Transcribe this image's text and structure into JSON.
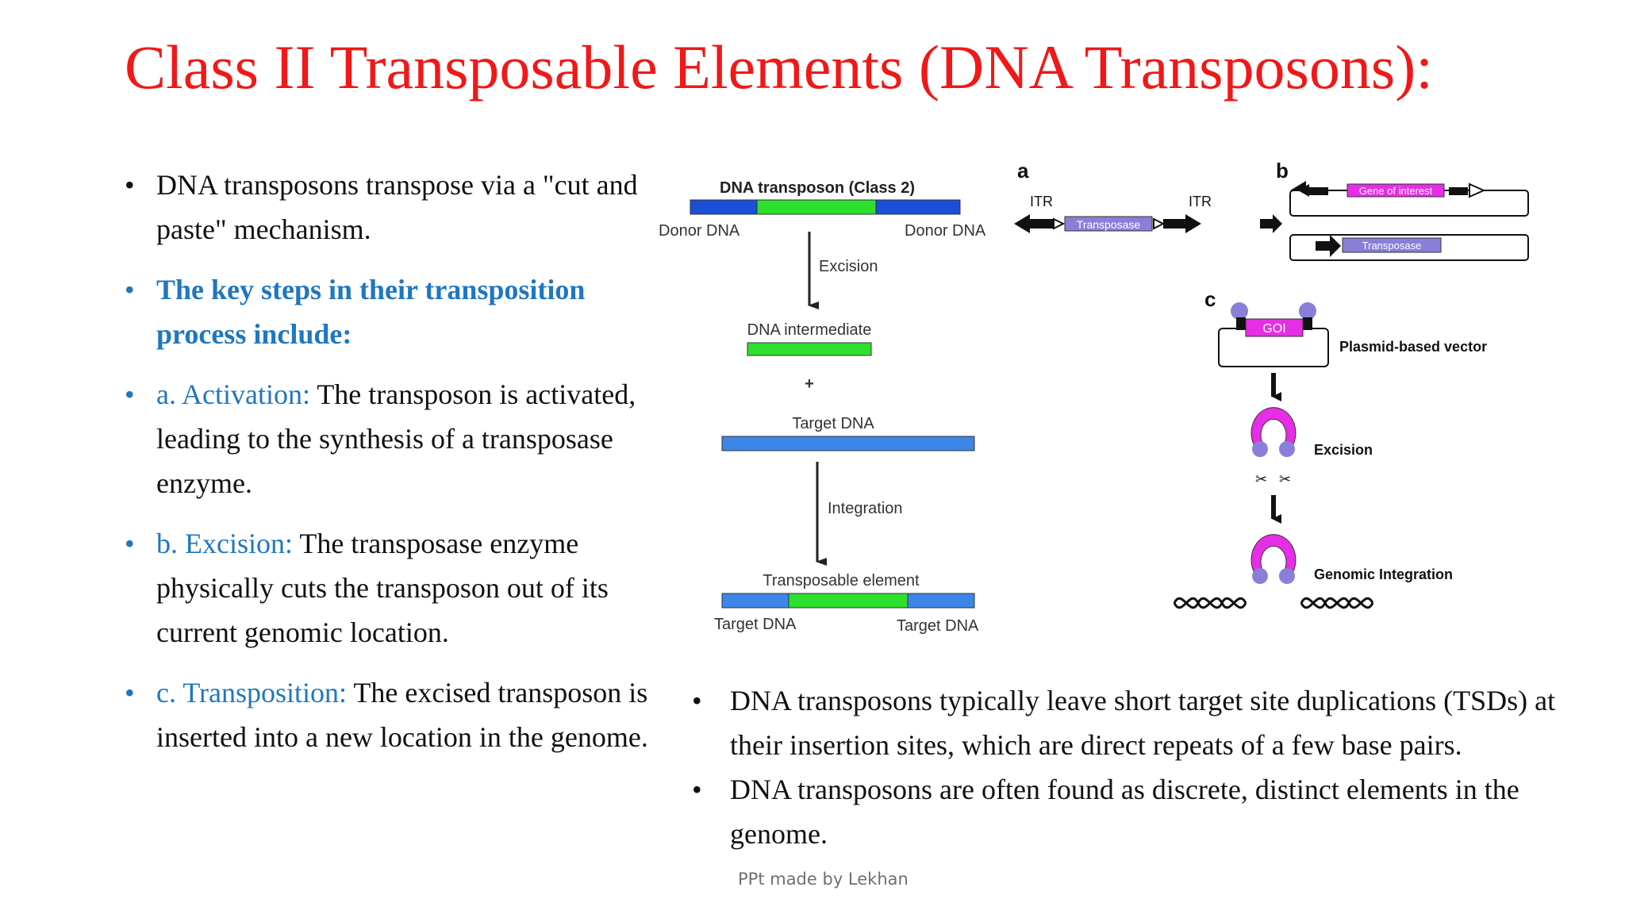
{
  "slide": {
    "title": "Class II Transposable Elements (DNA Transposons):",
    "left_bullets": [
      {
        "text": "DNA transposons transpose via a \"cut and paste\" mechanism."
      },
      {
        "text": "The key steps in their transposition process include:"
      },
      {
        "label": "a. Activation:",
        "text": " The transposon is activated, leading to the synthesis of a transposase enzyme."
      },
      {
        "label": "b. Excision:",
        "text": " The transposase enzyme physically cuts the transposon out of its current genomic location."
      },
      {
        "label": "c. Transposition:",
        "text": " The excised transposon is inserted into a new location in the genome."
      }
    ],
    "bottom_bullets": [
      "DNA transposons typically leave short target site duplications (TSDs) at their insertion sites, which are direct repeats of a few base pairs.",
      "DNA transposons are often found as discrete, distinct elements in the genome."
    ],
    "credit": "PPt made by Lekhan",
    "bullet_char": "•"
  },
  "figure_left": {
    "header": "DNA transposon (Class 2)",
    "donor_left": "Donor DNA",
    "donor_right": "Donor DNA",
    "step1": "Excision",
    "intermediate": "DNA intermediate",
    "plus": "+",
    "target": "Target DNA",
    "step2": "Integration",
    "result": "Transposable element",
    "target_left": "Target DNA",
    "target_right": "Target DNA"
  },
  "figure_right": {
    "panel_a": "a",
    "panel_b": "b",
    "panel_c": "c",
    "itr_left": "ITR",
    "itr_right": "ITR",
    "transposase_a": "Transposase",
    "gene_of_interest": "Gene of interest",
    "transposase_b": "Transposase",
    "goi": "GOI",
    "plasmid": "Plasmid-based vector",
    "excision": "Excision",
    "integration": "Genomic Integration"
  },
  "colors": {
    "title": "#f01818",
    "accent_blue": "#1f77bf",
    "dna_blue": "#1b4fd8",
    "dna_lightblue": "#3d86e8",
    "transposon_green": "#2ee02e",
    "transposase_purple": "#8a7fd8",
    "goi_magenta": "#e62ee6"
  }
}
